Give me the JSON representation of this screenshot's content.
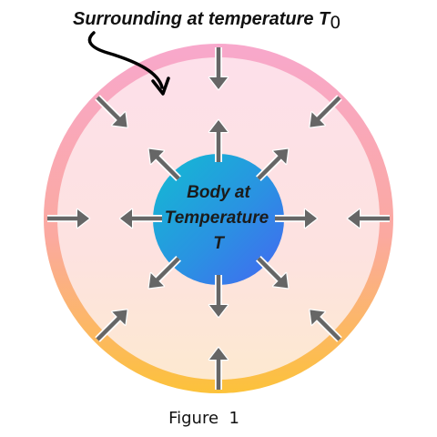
{
  "surrounding": {
    "label": "Surrounding at temperature T",
    "subscript": "0"
  },
  "body": {
    "line1": "Body at",
    "line2": "Temperature",
    "line3": "T"
  },
  "caption": "Figure  1",
  "colors": {
    "ring_top": "#f8a8cc",
    "ring_middle": "#fba9a0",
    "ring_bottom": "#fcc23a",
    "inner_top": "#fde0ea",
    "inner_bottom": "#fde7d2",
    "sphere_light": "#16b3d6",
    "sphere_dark": "#3d6cf0",
    "arrow": "#666666",
    "arrow_outline": "#ffffff",
    "pointer": "#000000"
  },
  "icons": {
    "inward_arrows": "arrow-inward-icon",
    "outward_arrows": "arrow-outward-icon",
    "pointer": "curved-pointer-arrow-icon"
  }
}
